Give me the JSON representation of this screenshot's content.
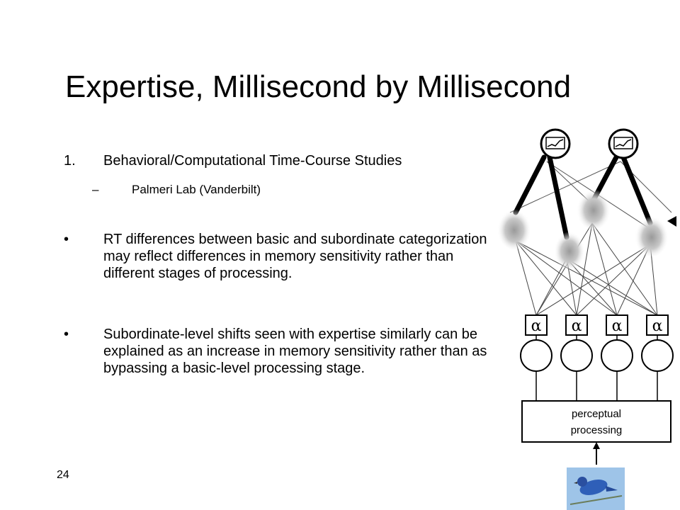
{
  "slide": {
    "title": "Expertise, Millisecond by Millisecond",
    "numbered_item": {
      "marker": "1.",
      "text": "Behavioral/Computational Time-Course Studies"
    },
    "sub_item": {
      "marker": "–",
      "text": "Palmeri Lab (Vanderbilt)"
    },
    "bullets": [
      {
        "marker": "•",
        "text": "RT differences between basic and subordinate categorization may reflect differences in memory sensitivity rather than different stages of processing."
      },
      {
        "marker": "•",
        "text": "Subordinate-level shifts seen with expertise similarly can be explained as an increase in memory sensitivity rather than as bypassing a basic-level processing stage."
      }
    ],
    "page_number": "24"
  },
  "diagram": {
    "alpha_label": "α",
    "processing_box_line1": "perceptual",
    "processing_box_line2": "processing",
    "colors": {
      "ink": "#000000",
      "bird_bg": "#9ec4e8",
      "bird_body": "#2f5fb8"
    }
  }
}
